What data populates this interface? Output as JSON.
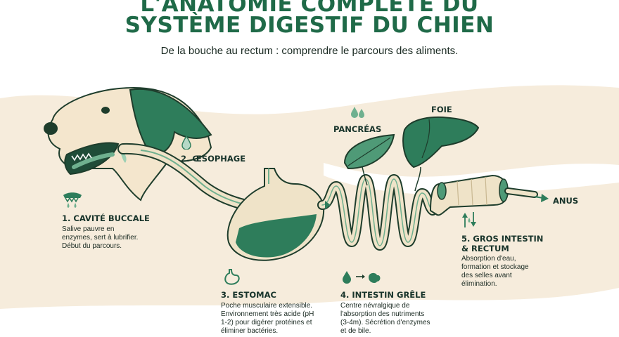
{
  "header": {
    "title_line1": "L'ANATOMIE COMPLÈTE DU",
    "title_line2": "SYSTÈME DIGESTIF DU CHIEN",
    "subtitle": "De la bouche au rectum : comprendre le parcours des aliments."
  },
  "labels": {
    "oesophage": "2. ŒSOPHAGE",
    "pancreas": "PANCRÉAS",
    "foie": "FOIE",
    "anus": "ANUS"
  },
  "steps": [
    {
      "title_lines": [
        "1. CAVITÉ BUCCALE"
      ],
      "desc_lines": [
        "Salive pauvre en",
        "enzymes, sert à lubrifier.",
        "Début du parcours."
      ]
    },
    {
      "title_lines": [
        "3. ESTOMAC"
      ],
      "desc_lines": [
        "Poche musculaire extensible.",
        "Environnement très acide (pH",
        "1-2) pour digérer protéines et",
        "éliminer bactéries."
      ]
    },
    {
      "title_lines": [
        "4. INTESTIN GRÊLE"
      ],
      "desc_lines": [
        "Centre névralgique de",
        "l'absorption des nutriments",
        "(3-4m). Sécrétion d'enzymes",
        "et de bile."
      ]
    },
    {
      "title_lines": [
        "5. GROS INTESTIN",
        "& RECTUM"
      ],
      "desc_lines": [
        "Absorption d'eau,",
        "formation et stockage",
        "des selles avant",
        "élimination."
      ]
    }
  ],
  "colors": {
    "primary_green": "#2e7d5b",
    "dark_green": "#1f6a48",
    "cream": "#f5ead8",
    "tube_fill": "#efe3c8",
    "background": "#ffffff"
  }
}
